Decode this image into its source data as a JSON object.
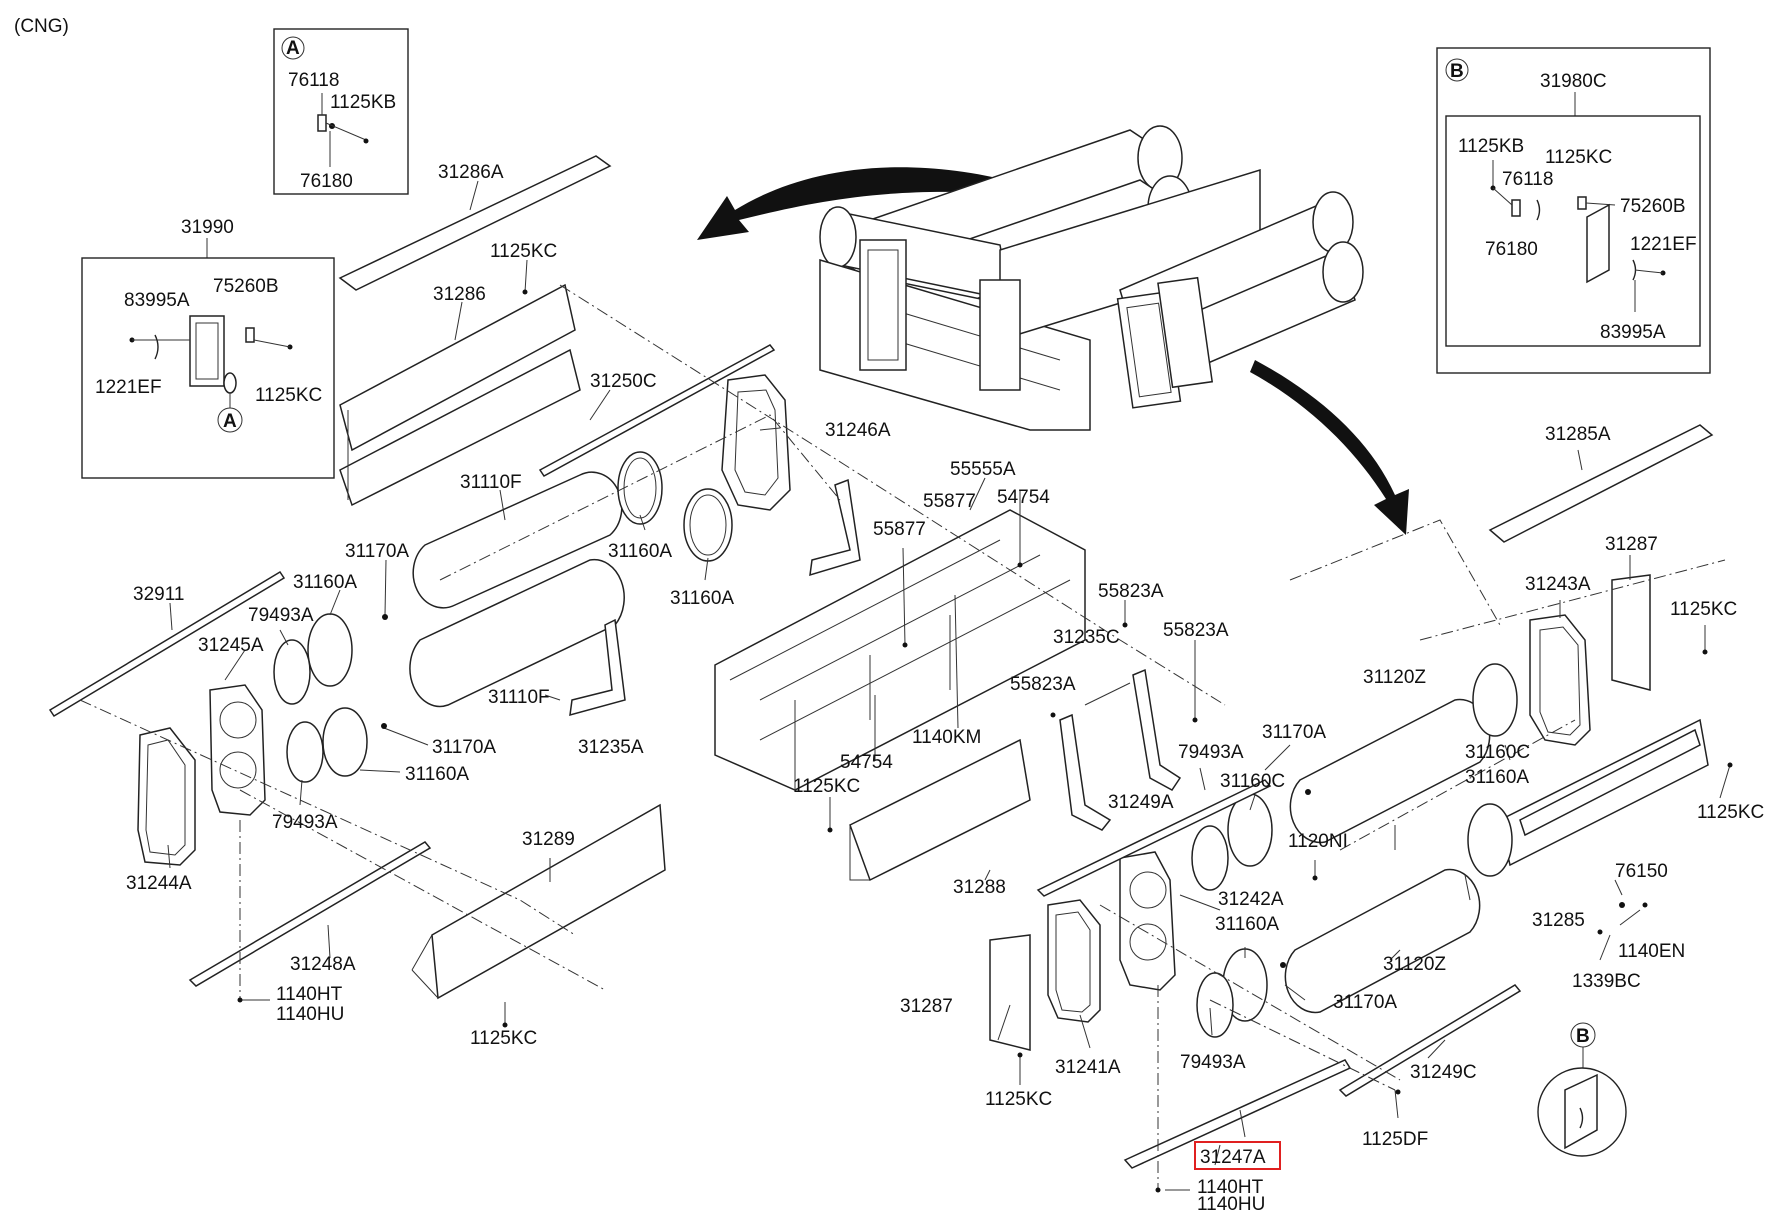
{
  "diagram": {
    "corner_note": "(CNG)",
    "detail_a": {
      "marker": "A",
      "parts": [
        "76118",
        "1125KB",
        "76180"
      ]
    },
    "detail_b": {
      "marker": "B",
      "group": "31980C",
      "parts": [
        "1125KB",
        "1125KC",
        "76118",
        "75260B",
        "76180",
        "1221EF",
        "83995A"
      ]
    },
    "group_31990": {
      "title": "31990",
      "parts": [
        "83995A",
        "75260B",
        "1221EF",
        "1125KC"
      ],
      "ref_marker": "A"
    },
    "callout_b": "B",
    "highlighted_part": "31247A",
    "labels": [
      "31286A",
      "1125KC",
      "31286",
      "31250C",
      "31246A",
      "31110F",
      "31160A",
      "31160A",
      "31170A",
      "32911",
      "31160A",
      "79493A",
      "31245A",
      "31110F",
      "31235A",
      "31170A",
      "31160A",
      "79493A",
      "31244A",
      "31289",
      "31248A",
      "1140HT",
      "1140HU",
      "1125KC",
      "55555A",
      "55877",
      "54754",
      "55877",
      "55823A",
      "55823A",
      "31235C",
      "55823A",
      "79493A",
      "1140KM",
      "54754",
      "1125KC",
      "31249A",
      "31160C",
      "31170A",
      "1120NI",
      "31288",
      "31242A",
      "31160A",
      "31170A",
      "31287",
      "31241A",
      "79493A",
      "1125KC",
      "31249C",
      "1125DF",
      "1140HT",
      "1140HU",
      "31285A",
      "31287",
      "31243A",
      "1125KC",
      "31120Z",
      "31160C",
      "31160A",
      "1125KC",
      "31285",
      "76150",
      "1140EN",
      "1339BC",
      "31120Z"
    ]
  }
}
